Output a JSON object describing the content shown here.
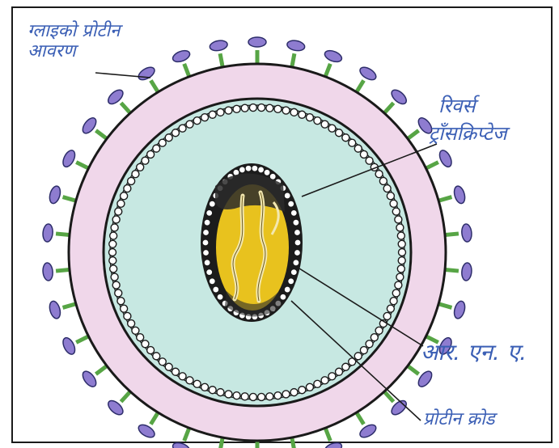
{
  "labels": {
    "glyco_protein_coat": [
      "ग्लाइको प्रोटीन",
      "आवरण"
    ],
    "reverse_transcriptase": [
      "रिवर्स",
      "ट्राँसक्रिप्टेज"
    ],
    "rna": "आर. एन. ए.",
    "protein_core": "प्रोटीन क्रोड"
  },
  "colors": {
    "envelope": "#f0d7ea",
    "matrix": "#c7e8e2",
    "core_fill": "#e8c21e",
    "core_dark": "#1c1c1c",
    "spike_stalk": "#57a545",
    "spike_head": "#8e7cd0",
    "label_text": "#3b5fb5",
    "outline": "#1a1a1a"
  }
}
